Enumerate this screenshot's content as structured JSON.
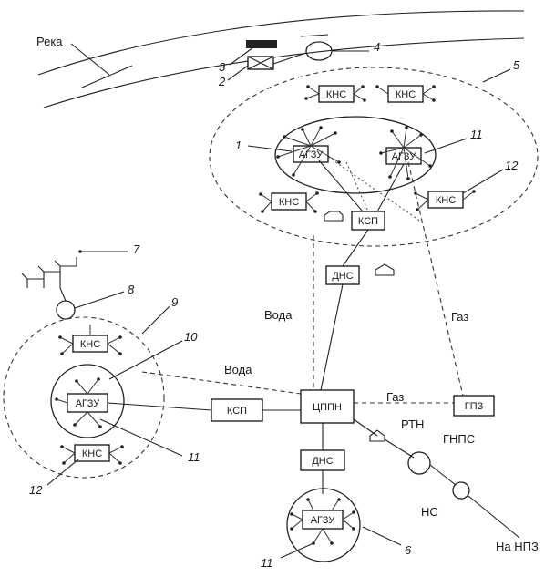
{
  "labels": {
    "river": "Река",
    "water1": "Вода",
    "water2": "Вода",
    "gas1": "Газ",
    "gas2": "Газ",
    "rtn": "РТН",
    "gnps": "ГНПС",
    "ns": "НС",
    "to_npz": "На НПЗ"
  },
  "boxes": {
    "kns_top1": "КНС",
    "kns_top2": "КНС",
    "agzu_r1": "АГЗУ",
    "agzu_r2": "АГЗУ",
    "kns_r3": "КНС",
    "kns_r4": "КНС",
    "ksp_r": "КСП",
    "dns_mid": "ДНС",
    "kns_l1": "КНС",
    "agzu_l": "АГЗУ",
    "kns_l2": "КНС",
    "ksp_l": "КСП",
    "cppn": "ЦППН",
    "gpz": "ГПЗ",
    "dns_bot": "ДНС",
    "agzu_bot": "АГЗУ"
  },
  "numbers": {
    "n1": "1",
    "n2": "2",
    "n3": "3",
    "n4": "4",
    "n5": "5",
    "n6": "6",
    "n7": "7",
    "n8": "8",
    "n9": "9",
    "n10": "10",
    "n11a": "11",
    "n11b": "11",
    "n11c": "11",
    "n12a": "12",
    "n12b": "12"
  }
}
